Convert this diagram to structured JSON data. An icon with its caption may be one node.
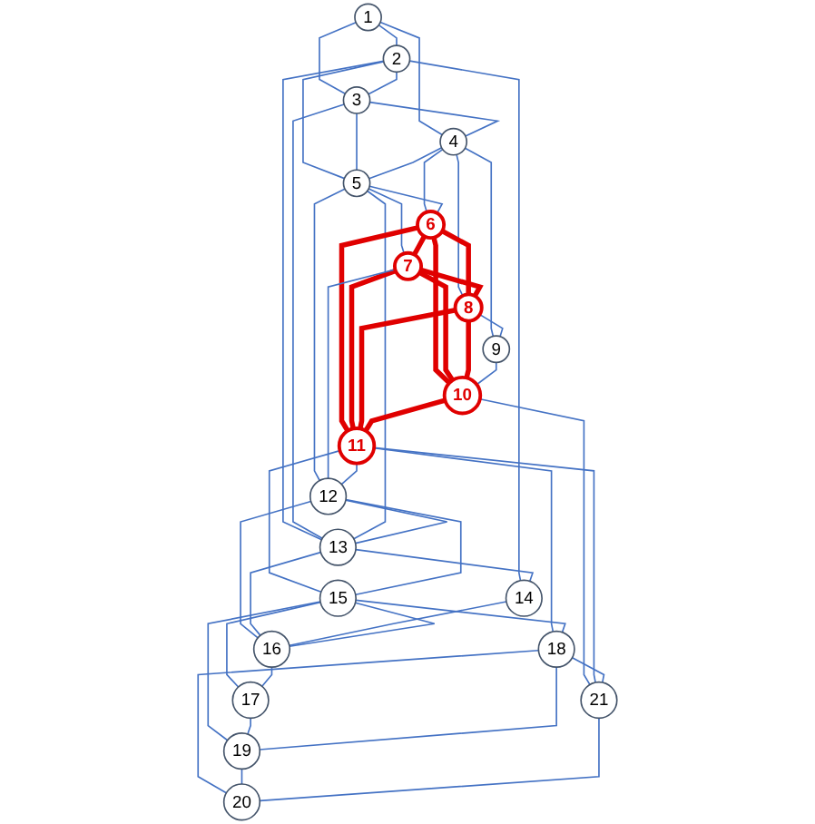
{
  "diagram": {
    "nodes": [
      {
        "text": [
          "1"
        ]
      },
      {
        "text": [
          "2"
        ]
      },
      {
        "text": [
          "3"
        ]
      },
      {
        "text": [
          "4"
        ]
      },
      {
        "text": [
          "5"
        ]
      },
      {
        "text": [
          "6"
        ]
      },
      {
        "text": [
          "7"
        ]
      },
      {
        "text": [
          "8"
        ]
      },
      {
        "text": [
          "9"
        ]
      },
      {
        "text": [
          "10"
        ]
      },
      {
        "text": [
          "11"
        ]
      },
      {
        "text": [
          "12"
        ]
      },
      {
        "text": [
          "13"
        ]
      },
      {
        "text": [
          "14"
        ]
      },
      {
        "text": [
          "15"
        ]
      },
      {
        "text": [
          "16"
        ]
      },
      {
        "text": [
          "17"
        ]
      },
      {
        "text": [
          "18"
        ]
      },
      {
        "text": [
          "19"
        ]
      },
      {
        "text": [
          "20"
        ]
      },
      {
        "text": [
          "21"
        ]
      }
    ],
    "edges": [
      {
        "from": 0,
        "to": 1,
        "arrow": "none"
      },
      {
        "from": 0,
        "to": 2,
        "arrow": "none"
      },
      {
        "from": 0,
        "to": 3,
        "arrow": "none"
      },
      {
        "from": 1,
        "to": 2,
        "arrow": "none"
      },
      {
        "from": 1,
        "to": 4,
        "arrow": "none"
      },
      {
        "from": 1,
        "to": 12,
        "arrow": "none"
      },
      {
        "from": 1,
        "to": 13,
        "arrow": "none"
      },
      {
        "from": 2,
        "to": 3,
        "arrow": "none"
      },
      {
        "from": 2,
        "to": 4,
        "arrow": "none"
      },
      {
        "from": 2,
        "to": 12,
        "arrow": "none"
      },
      {
        "from": 3,
        "to": 4,
        "arrow": "none"
      },
      {
        "from": 3,
        "to": 5,
        "arrow": "none"
      },
      {
        "from": 3,
        "to": 7,
        "arrow": "none"
      },
      {
        "from": 3,
        "to": 8,
        "arrow": "none"
      },
      {
        "from": 4,
        "to": 5,
        "arrow": "none"
      },
      {
        "from": 4,
        "to": 6,
        "arrow": "none"
      },
      {
        "from": 4,
        "to": 11,
        "arrow": "none"
      },
      {
        "from": 4,
        "to": 12,
        "arrow": "none"
      },
      {
        "from": 5,
        "to": 6,
        "arrow": "none",
        "style": "thick",
        "color": "#e00000"
      },
      {
        "from": 5,
        "to": 7,
        "arrow": "none",
        "style": "thick",
        "color": "#e00000"
      },
      {
        "from": 5,
        "to": 9,
        "arrow": "none",
        "style": "thick",
        "color": "#e00000"
      },
      {
        "from": 5,
        "to": 10,
        "arrow": "none",
        "style": "thick",
        "color": "#e00000"
      },
      {
        "from": 6,
        "to": 7,
        "arrow": "none",
        "style": "thick",
        "color": "#e00000"
      },
      {
        "from": 6,
        "to": 9,
        "arrow": "none",
        "style": "thick",
        "color": "#e00000"
      },
      {
        "from": 6,
        "to": 10,
        "arrow": "none",
        "style": "thick",
        "color": "#e00000"
      },
      {
        "from": 6,
        "to": 11,
        "arrow": "none"
      },
      {
        "from": 7,
        "to": 8,
        "arrow": "none"
      },
      {
        "from": 7,
        "to": 9,
        "arrow": "none",
        "style": "thick",
        "color": "#e00000"
      },
      {
        "from": 7,
        "to": 10,
        "arrow": "none",
        "style": "thick",
        "color": "#e00000"
      },
      {
        "from": 8,
        "to": 9,
        "arrow": "none"
      },
      {
        "from": 9,
        "to": 10,
        "arrow": "none",
        "style": "thick",
        "color": "#e00000"
      },
      {
        "from": 9,
        "to": 20,
        "arrow": "none"
      },
      {
        "from": 10,
        "to": 11,
        "arrow": "none"
      },
      {
        "from": 10,
        "to": 14,
        "arrow": "none"
      },
      {
        "from": 10,
        "to": 17,
        "arrow": "none"
      },
      {
        "from": 10,
        "to": 20,
        "arrow": "none"
      },
      {
        "from": 11,
        "to": 12,
        "arrow": "none"
      },
      {
        "from": 11,
        "to": 14,
        "arrow": "none"
      },
      {
        "from": 11,
        "to": 15,
        "arrow": "none"
      },
      {
        "from": 12,
        "to": 13,
        "arrow": "none"
      },
      {
        "from": 12,
        "to": 15,
        "arrow": "none"
      },
      {
        "from": 13,
        "to": 15,
        "arrow": "none"
      },
      {
        "from": 14,
        "to": 15,
        "arrow": "none"
      },
      {
        "from": 14,
        "to": 16,
        "arrow": "none"
      },
      {
        "from": 14,
        "to": 17,
        "arrow": "none"
      },
      {
        "from": 14,
        "to": 18,
        "arrow": "none"
      },
      {
        "from": 15,
        "to": 16,
        "arrow": "none"
      },
      {
        "from": 16,
        "to": 18,
        "arrow": "none"
      },
      {
        "from": 17,
        "to": 18,
        "arrow": "none"
      },
      {
        "from": 17,
        "to": 19,
        "arrow": "none"
      },
      {
        "from": 17,
        "to": 20,
        "arrow": "none"
      },
      {
        "from": 18,
        "to": 19,
        "arrow": "none"
      },
      {
        "from": 20,
        "to": 19,
        "arrow": "none"
      }
    ]
  }
}
